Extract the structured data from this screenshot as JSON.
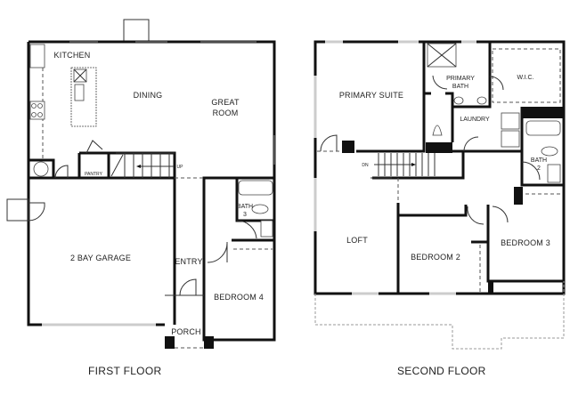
{
  "floors": [
    {
      "caption": "FIRST FLOOR",
      "rooms": {
        "kitchen": "KITCHEN",
        "dining": "DINING",
        "great_room_line1": "GREAT",
        "great_room_line2": "ROOM",
        "pantry": "PANTRY",
        "stairs_up": "UP",
        "bath3_line1": "BATH",
        "bath3_line2": "3",
        "garage": "2 BAY GARAGE",
        "entry": "ENTRY",
        "bedroom4": "BEDROOM 4",
        "porch": "PORCH"
      }
    },
    {
      "caption": "SECOND FLOOR",
      "rooms": {
        "primary_suite": "PRIMARY SUITE",
        "primary_bath_line1": "PRIMARY",
        "primary_bath_line2": "BATH",
        "wic": "W.I.C.",
        "laundry": "LAUNDRY",
        "bath2_line1": "BATH",
        "bath2_line2": "2",
        "stairs_down": "DN",
        "loft": "LOFT",
        "bedroom2": "BEDROOM 2",
        "bedroom3": "BEDROOM 3"
      }
    }
  ],
  "colors": {
    "wall": "#111111",
    "background": "#ffffff",
    "text": "#222222"
  }
}
